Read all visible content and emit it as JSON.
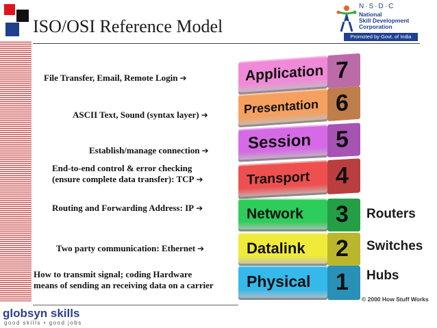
{
  "slide": {
    "title": "ISO/OSI Reference Model"
  },
  "logo": {
    "acronym": "N·S·D·C",
    "name_line1": "National",
    "name_line2": "Skill Development",
    "name_line3": "Corporation",
    "promoted": "Promoted by Govt. of India"
  },
  "descriptions": [
    {
      "text": "File Transfer, Email, Remote Login",
      "arrow": "➔"
    },
    {
      "text": "ASCII Text, Sound (syntax layer)",
      "arrow": "➔"
    },
    {
      "text": "Establish/manage connection",
      "arrow": "➔"
    },
    {
      "line1": "End-to-end control & error checking",
      "line2": "(ensure complete data transfer): TCP",
      "arrow": "➔"
    },
    {
      "text": "Routing and Forwarding Address: IP",
      "arrow": "➔"
    },
    {
      "text": "Two party communication: Ethernet",
      "arrow": "➔"
    },
    {
      "line1": "How to transmit signal; coding Hardware",
      "line2": "means of sending an receiving data on a carrier"
    }
  ],
  "layers": [
    {
      "name": "Application",
      "number": "7",
      "color": "#f08ad8"
    },
    {
      "name": "Presentation",
      "number": "6",
      "color": "#f5a060"
    },
    {
      "name": "Session",
      "number": "5",
      "color": "#d66ae6"
    },
    {
      "name": "Transport",
      "number": "4",
      "color": "#ee5050"
    },
    {
      "name": "Network",
      "number": "3",
      "color": "#2ecc5a"
    },
    {
      "name": "Datalink",
      "number": "2",
      "color": "#f0ea3a"
    },
    {
      "name": "Physical",
      "number": "1",
      "color": "#35b8ea"
    }
  ],
  "devices": {
    "network": "Routers",
    "datalink": "Switches",
    "physical": "Hubs"
  },
  "copyright": "© 2000 How Stuff Works",
  "footer": {
    "brand": "globsyn skills",
    "tagline": "good skills • good jobs"
  }
}
